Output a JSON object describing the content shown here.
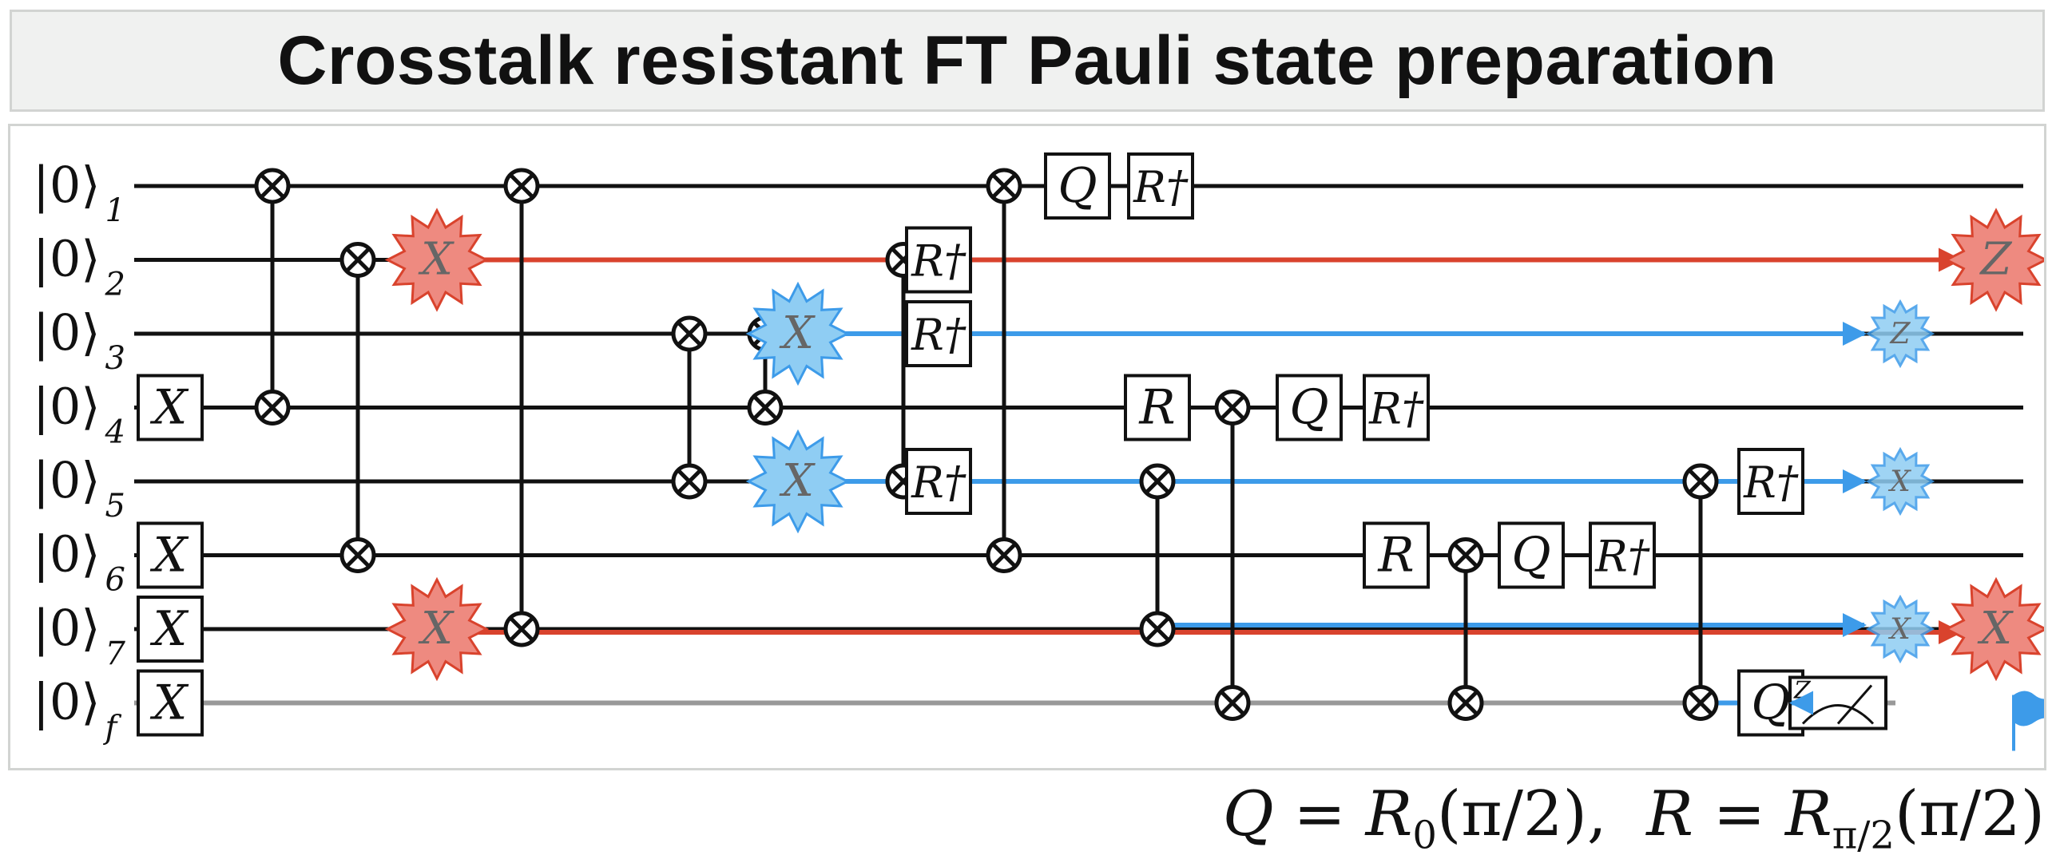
{
  "title": "Crosstalk resistant FT Pauli state preparation",
  "colors": {
    "wire": "#111111",
    "flag_wire": "#999999",
    "red": "#d9432d",
    "red_fill": "#ee8a80",
    "blue": "#3d9be9",
    "blue_fill": "#8fcdf3"
  },
  "qubits": [
    {
      "ket": "|0⟩",
      "sub": "1"
    },
    {
      "ket": "|0⟩",
      "sub": "2"
    },
    {
      "ket": "|0⟩",
      "sub": "3"
    },
    {
      "ket": "|0⟩",
      "sub": "4"
    },
    {
      "ket": "|0⟩",
      "sub": "5"
    },
    {
      "ket": "|0⟩",
      "sub": "6"
    },
    {
      "ket": "|0⟩",
      "sub": "7"
    },
    {
      "ket": "|0⟩",
      "sub": "f"
    }
  ],
  "gates": [
    {
      "label": "X",
      "wire": 3,
      "col": 0
    },
    {
      "label": "X",
      "wire": 5,
      "col": 0
    },
    {
      "label": "X",
      "wire": 6,
      "col": 0
    },
    {
      "label": "X",
      "wire": 7,
      "col": 0
    },
    {
      "label": "Q",
      "wire": 0,
      "col": 13
    },
    {
      "label": "R†",
      "wire": 0,
      "col": 14
    },
    {
      "label": "R†",
      "wire": 1,
      "col": 11
    },
    {
      "label": "R†",
      "wire": 2,
      "col": 11
    },
    {
      "label": "R†",
      "wire": 4,
      "col": 11
    },
    {
      "label": "R",
      "wire": 3,
      "col": 15
    },
    {
      "label": "Q",
      "wire": 3,
      "col": 17
    },
    {
      "label": "R†",
      "wire": 3,
      "col": 18
    },
    {
      "label": "R",
      "wire": 5,
      "col": 18
    },
    {
      "label": "Q",
      "wire": 5,
      "col": 20
    },
    {
      "label": "R†",
      "wire": 5,
      "col": 21
    },
    {
      "label": "R†",
      "wire": 4,
      "col": 23
    },
    {
      "label": "Q",
      "wire": 7,
      "col": 23
    }
  ],
  "cnots": [
    {
      "col": 1,
      "wires": [
        0,
        3
      ]
    },
    {
      "col": 2,
      "wires": [
        1,
        5
      ]
    },
    {
      "col": 4,
      "wires": [
        0,
        6
      ]
    },
    {
      "col": 6,
      "wires": [
        2,
        4
      ]
    },
    {
      "col": 7,
      "wires": [
        2,
        3
      ]
    },
    {
      "col": 9,
      "wires": [
        1,
        4
      ]
    },
    {
      "col": 12,
      "wires": [
        0,
        5
      ]
    },
    {
      "col": 15,
      "wires": [
        4,
        6
      ]
    },
    {
      "col": 16,
      "wires": [
        3,
        7
      ]
    },
    {
      "col": 19,
      "wires": [
        5,
        7
      ]
    },
    {
      "col": 22,
      "wires": [
        4,
        7
      ]
    }
  ],
  "errors": [
    {
      "label": "X",
      "wire": 1,
      "col": 3,
      "color": "red",
      "size": "large"
    },
    {
      "label": "X",
      "wire": 6,
      "col": 3,
      "color": "red",
      "size": "large"
    },
    {
      "label": "X",
      "wire": 2,
      "col": 8,
      "color": "blue",
      "size": "large"
    },
    {
      "label": "X",
      "wire": 4,
      "col": 8,
      "color": "blue",
      "size": "large"
    },
    {
      "label": "Z",
      "wire": 1,
      "col": 26,
      "color": "red",
      "size": "large"
    },
    {
      "label": "Z",
      "wire": 2,
      "col": 25,
      "color": "blue",
      "size": "small"
    },
    {
      "label": "X",
      "wire": 4,
      "col": 25,
      "color": "blue",
      "size": "small"
    },
    {
      "label": "X",
      "wire": 6,
      "col": 25,
      "color": "blue",
      "size": "small"
    },
    {
      "label": "X",
      "wire": 6,
      "col": 26,
      "color": "red",
      "size": "large"
    }
  ],
  "propagations": [
    {
      "wire": 1,
      "from_col": 3,
      "to_col": 26,
      "color": "red"
    },
    {
      "wire": 2,
      "from_col": 8,
      "to_col": 25,
      "color": "blue"
    },
    {
      "wire": 4,
      "from_col": 8,
      "to_col": 25,
      "color": "blue"
    },
    {
      "wire": 6,
      "from_col": 3,
      "to_col": 26,
      "color": "red"
    },
    {
      "wire": 6,
      "from_col": 15,
      "to_col": 25,
      "color": "blue"
    },
    {
      "wire": 7,
      "from_col": 22,
      "to_col": 24,
      "color": "blue"
    }
  ],
  "measurement": {
    "wire": 7,
    "basis": "Z",
    "icon": "measurement-icon"
  },
  "flag": {
    "icon": "flag-icon",
    "color": "#3d9be9"
  },
  "formula": {
    "q_part": "Q = R",
    "q_sub": "0",
    "q_arg": "(π/2),",
    "r_part": "R = R",
    "r_sub": "π/2",
    "r_arg": "(π/2)"
  }
}
